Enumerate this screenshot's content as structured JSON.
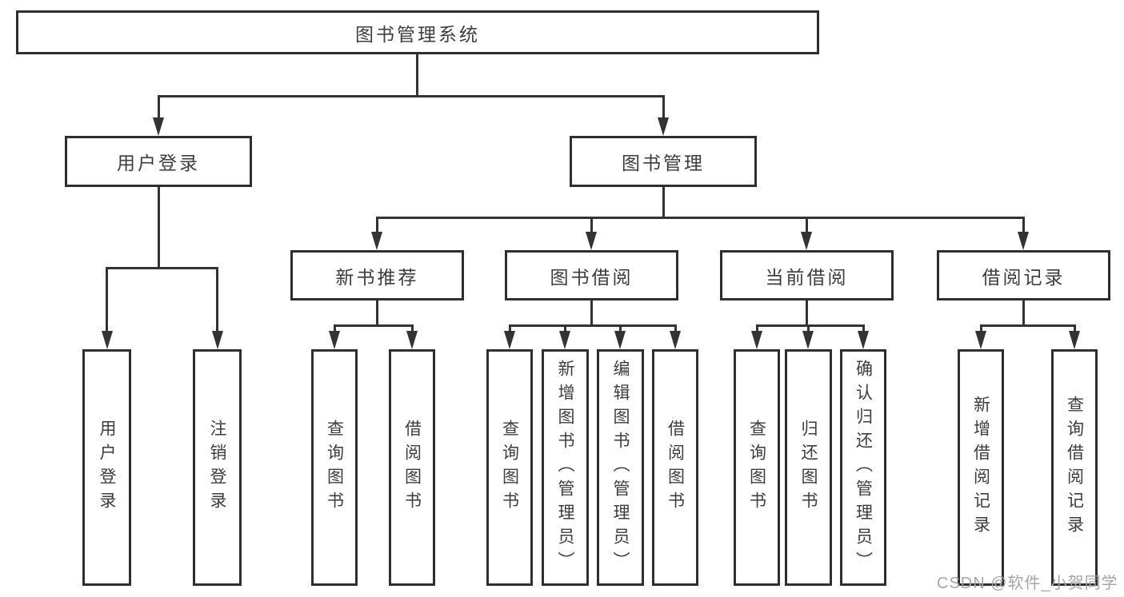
{
  "colors": {
    "line": "#333333",
    "box-border": "#2f2f2f",
    "text": "#3d3d3d",
    "watermark": "#a8a5a5",
    "bg": "#ffffff"
  },
  "watermark": {
    "text": "CSDN @软件_小贺同学"
  },
  "tree": {
    "label": "图书管理系统",
    "children": [
      {
        "label": "用户登录",
        "children": [
          {
            "label": "用户登录"
          },
          {
            "label": "注销登录"
          }
        ]
      },
      {
        "label": "图书管理",
        "children": [
          {
            "label": "新书推荐",
            "children": [
              {
                "label": "查询图书"
              },
              {
                "label": "借阅图书"
              }
            ]
          },
          {
            "label": "图书借阅",
            "children": [
              {
                "label": "查询图书"
              },
              {
                "label": "新增图书（管理员）"
              },
              {
                "label": "编辑图书（管理员）"
              },
              {
                "label": "借阅图书"
              }
            ]
          },
          {
            "label": "当前借阅",
            "children": [
              {
                "label": "查询图书"
              },
              {
                "label": "归还图书"
              },
              {
                "label": "确认归还（管理员）"
              }
            ]
          },
          {
            "label": "借阅记录",
            "children": [
              {
                "label": "新增借阅记录"
              },
              {
                "label": "查询借阅记录"
              }
            ]
          }
        ]
      }
    ]
  }
}
